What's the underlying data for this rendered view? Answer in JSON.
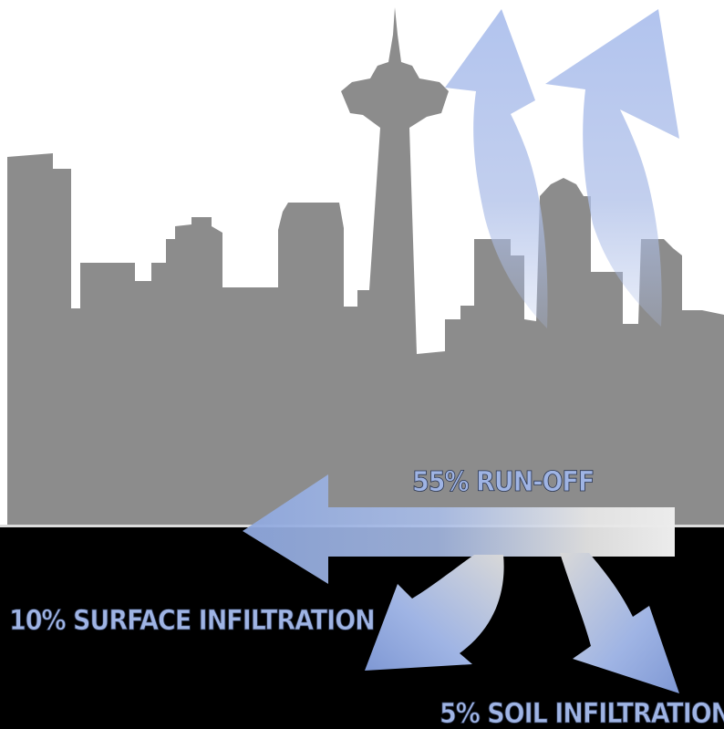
{
  "colors": {
    "background_sky": "#ffffff",
    "skyline": "#8c8c8c",
    "ground": "#000000",
    "ground_line": "#dcdcdc",
    "arrow_blue": "#9fb7e6",
    "arrow_white": "#e8e8e8",
    "label_fill": "#9fb4e4",
    "label_stroke": "#2a3550"
  },
  "labels": {
    "runoff": "55% RUN-OFF",
    "surface": "10% SURFACE INFILTRATION",
    "soil": "5% SOIL INFILTRATION"
  }
}
